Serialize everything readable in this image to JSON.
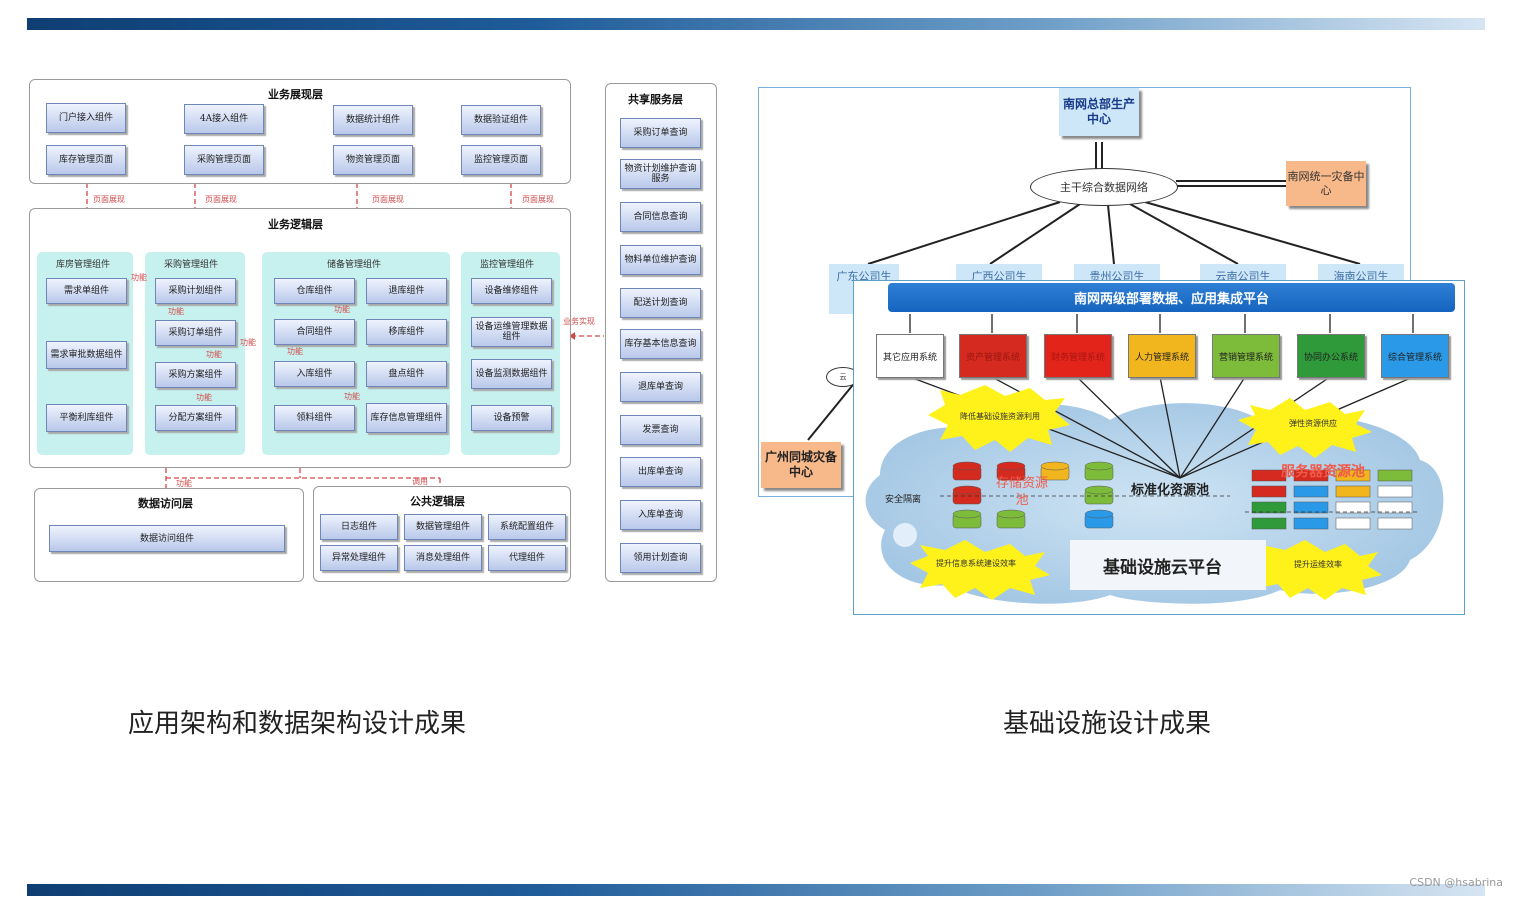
{
  "left_diagram": {
    "biz_presentation": {
      "title": "业务展现层",
      "components": [
        "门户接入组件",
        "4A接入组件",
        "数据统计组件",
        "数据验证组件",
        "库存管理页面",
        "采购管理页面",
        "物资管理页面",
        "监控管理页面"
      ]
    },
    "red_notes": [
      "页面展现",
      "页面展现",
      "页面展现",
      "页面展现",
      "业务实现",
      "功能",
      "功能",
      "功能",
      "功能",
      "功能",
      "功能",
      "功能",
      "功能",
      "功能",
      "调用"
    ],
    "biz_logic": {
      "title": "业务逻辑层",
      "groups": [
        {
          "label": "库房管理组件",
          "components": [
            "需求单组件",
            "需求审批数据组件",
            "平衡利库组件"
          ]
        },
        {
          "label": "采购管理组件",
          "components": [
            "采购计划组件",
            "采购订单组件",
            "采购方案组件",
            "分配方案组件"
          ]
        },
        {
          "label": "储备管理组件",
          "components": [
            "仓库组件",
            "合同组件",
            "入库组件",
            "领料组件",
            "退库组件",
            "移库组件",
            "盘点组件",
            "库存信息管理组件"
          ]
        },
        {
          "label": "监控管理组件",
          "components": [
            "设备维修组件",
            "设备运维管理数据组件",
            "设备监测数据组件",
            "设备预警"
          ]
        }
      ]
    },
    "data_access": {
      "title": "数据访问层",
      "components": [
        "数据访问组件"
      ]
    },
    "public_logic": {
      "title": "公共逻辑层",
      "components": [
        "日志组件",
        "数据管理组件",
        "系统配置组件",
        "异常处理组件",
        "消息处理组件",
        "代理组件"
      ]
    },
    "shared_service": {
      "title": "共享服务层",
      "components": [
        "采购订单查询",
        "物资计划维护查询服务",
        "合同信息查询",
        "物料单位维护查询",
        "配送计划查询",
        "库存基本信息查询",
        "退库单查询",
        "发票查询",
        "出库单查询",
        "入库单查询",
        "领用计划查询"
      ]
    }
  },
  "right_diagram": {
    "hq": "南网总部生产中心",
    "network": "主干综合数据网络",
    "backup_center": "南网统一灾备中心",
    "gz_center": "广州同城灾备中心",
    "cloud_label": "云",
    "subsidiaries": [
      "广东公司生",
      "广西公司生",
      "贵州公司生",
      "云南公司生",
      "海南公司生"
    ],
    "platform": "南网两级部署数据、应用集成平台",
    "apps": [
      {
        "label": "其它应用系统",
        "color": "#ffffff"
      },
      {
        "label": "资产管理系统",
        "color": "#d42a1f"
      },
      {
        "label": "财务管理系统",
        "color": "#e3241b"
      },
      {
        "label": "人力管理系统",
        "color": "#f1b51e"
      },
      {
        "label": "营销管理系统",
        "color": "#7dbb3a"
      },
      {
        "label": "协同办公系统",
        "color": "#2e9a3a"
      },
      {
        "label": "综合管理系统",
        "color": "#2a9ae8"
      }
    ],
    "bursts": [
      "降低基础设施资源利用",
      "弹性资源供应",
      "提升信息系统建设效率",
      "提升运维效率"
    ],
    "pool_label": "标准化资源池",
    "storage_label": "存储资源池",
    "server_label": "服务器资源池",
    "security_label": "安全隔离",
    "infra_label": "基础设施云平台",
    "colors": {
      "platform": "#1565c0",
      "hq_box": "#cde6f8",
      "backup_box": "#f7b88a",
      "burst": "#fff21a"
    }
  },
  "captions": {
    "left": "应用架构和数据架构设计成果",
    "right": "基础设施设计成果"
  },
  "watermark": "CSDN @hsabrina"
}
